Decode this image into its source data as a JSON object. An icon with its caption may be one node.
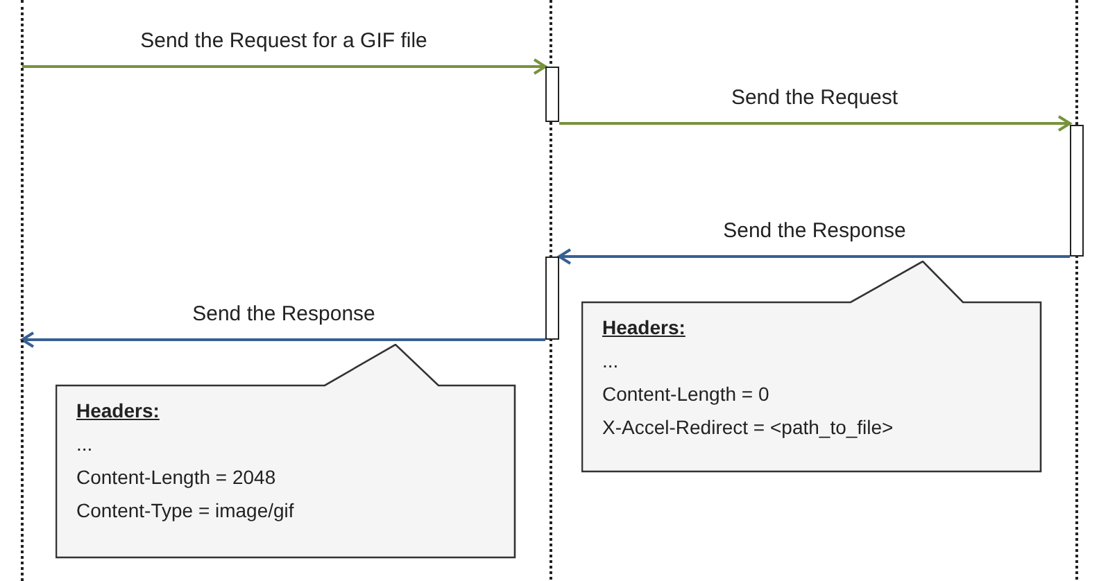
{
  "diagram": {
    "nodes": [
      {
        "text": [],
        "shape": "bar"
      },
      {
        "text": [],
        "shape": "box"
      },
      {
        "text": [],
        "shape": "box"
      },
      {
        "text": [],
        "shape": "box"
      },
      {
        "text": [
          "Headers:",
          "...",
          "Content-Length = 0",
          "X-Accel-Redirect = <path_to_file>"
        ]
      },
      {
        "text": [
          "Headers:",
          "...",
          "Content-Length = 2048",
          "Content-Type = image/gif"
        ]
      }
    ],
    "edges": [
      {
        "from": 0,
        "to": 1,
        "arrow": "to",
        "label": "Send the Request for a GIF file",
        "color": "#77933c"
      },
      {
        "from": 1,
        "to": 2,
        "arrow": "to",
        "label": "Send the Request",
        "color": "#77933c"
      },
      {
        "from": 2,
        "to": 3,
        "arrow": "to",
        "label": "Send the Response",
        "color": "#376092"
      },
      {
        "from": 3,
        "to": 0,
        "arrow": "to",
        "label": "Send the Response",
        "color": "#376092"
      }
    ]
  }
}
